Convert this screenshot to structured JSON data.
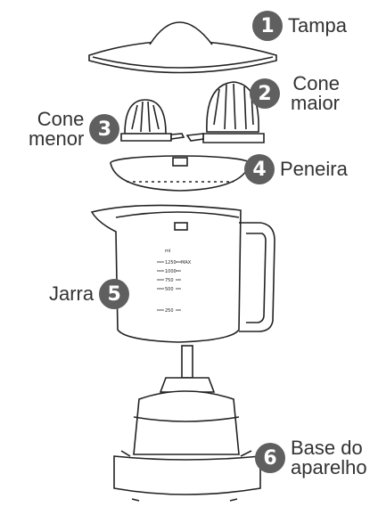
{
  "parts": [
    {
      "number": "1",
      "label": "Tampa"
    },
    {
      "number": "2",
      "label_line1": "Cone",
      "label_line2": "maior"
    },
    {
      "number": "3",
      "label_line1": "Cone",
      "label_line2": "menor"
    },
    {
      "number": "4",
      "label": "Peneira"
    },
    {
      "number": "5",
      "label": "Jarra"
    },
    {
      "number": "6",
      "label_line1": "Base do",
      "label_line2": "aparelho"
    }
  ],
  "jug_markings": {
    "unit": "ml",
    "max": "MAX",
    "levels": [
      "1250",
      "1000",
      "750",
      "500",
      "250"
    ]
  }
}
